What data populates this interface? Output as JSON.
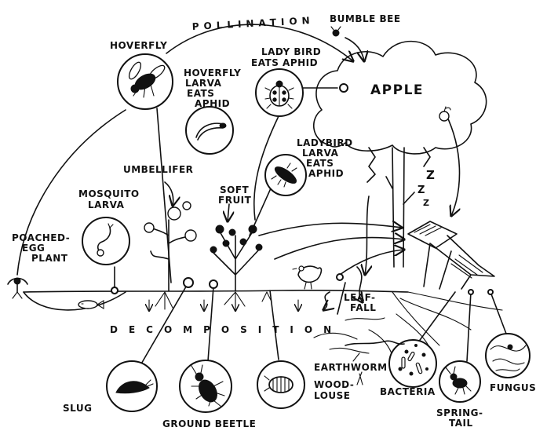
{
  "labels": {
    "pollination": "POLLINATION",
    "bumble_bee": "BUMBLE BEE",
    "hoverfly": "HOVERFLY",
    "hoverfly_larva": [
      "HOVERFLY",
      "LARVA",
      "EATS",
      "APHID"
    ],
    "ladybird_eats_aphid": [
      "LADY BIRD",
      "EATS APHID"
    ],
    "apple": "APPLE",
    "ladybird_larva": [
      "LADYBIRD",
      "LARVA",
      "EATS",
      "APHID"
    ],
    "umbellifer": "UMBELLIFER",
    "soft_fruit": [
      "SOFT",
      "FRUIT"
    ],
    "mosquito_larva": [
      "MOSQUITO",
      "LARVA"
    ],
    "poached_egg_plant": [
      "POACHED-",
      "EGG",
      "PLANT"
    ],
    "leaf_fall": [
      "LEAF-",
      "FALL"
    ],
    "decomposition": "DECOMPOSITION",
    "earthworm": "EARTHWORM",
    "slug": "SLUG",
    "ground_beetle": "GROUND BEETLE",
    "woodlouse": [
      "WOOD-",
      "LOUSE"
    ],
    "bacteria": "BACTERIA",
    "springtail": [
      "SPRING-",
      "TAIL"
    ],
    "fungus": "FUNGUS",
    "sleep_z": [
      "Z",
      "Z",
      "Z"
    ]
  },
  "icons": [
    "hoverfly-icon",
    "hoverfly-larva-icon",
    "ladybird-icon",
    "ladybird-larva-icon",
    "mosquito-larva-icon",
    "slug-icon",
    "ground-beetle-icon",
    "woodlouse-icon",
    "bacteria-icon",
    "springtail-icon",
    "fungus-icon",
    "bumble-bee-icon",
    "apple-icon",
    "hen-icon",
    "deckchair-icon",
    "fish-icon"
  ]
}
